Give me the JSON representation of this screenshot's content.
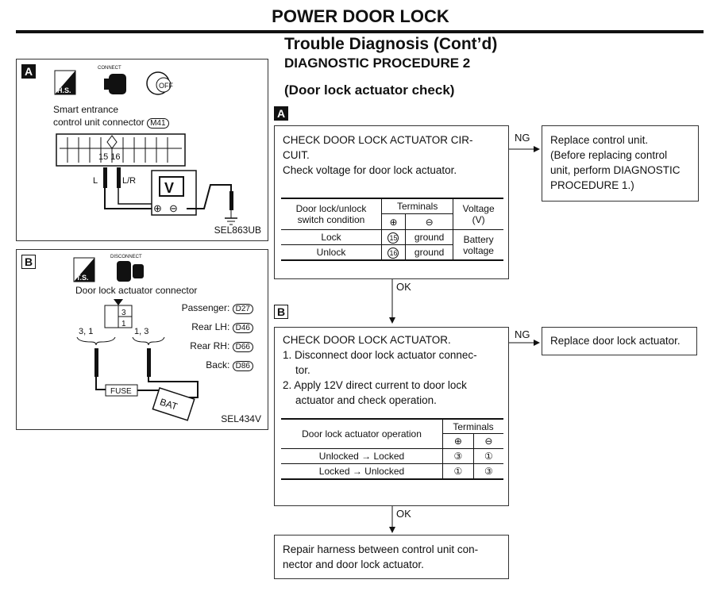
{
  "header": {
    "title": "POWER DOOR LOCK",
    "subtitle": "Trouble Diagnosis (Cont’d)",
    "procedure": "DIAGNOSTIC PROCEDURE 2",
    "check_name": "(Door lock actuator check)"
  },
  "labels": {
    "a": "A",
    "b": "B"
  },
  "figure_a": {
    "hs_label": "H.S.",
    "connect_label": "CONNECT",
    "off_label": "OFF",
    "caption_line1": "Smart entrance",
    "caption_line2": "control unit connector",
    "connector_id": "M41",
    "pins": "15 16",
    "wire_left": "L",
    "wire_right": "L/R",
    "meter": "V",
    "plus": "⊕",
    "minus": "⊖",
    "code": "SEL863UB"
  },
  "figure_b": {
    "ts_label": "T.S.",
    "disconnect_label": "DISCONNECT",
    "caption": "Door lock actuator connector",
    "pin3": "3",
    "pin1": "1",
    "left_pins": "3, 1",
    "right_pins": "1, 3",
    "connectors": [
      {
        "label": "Passenger:",
        "id": "D27"
      },
      {
        "label": "Rear LH:",
        "id": "D46"
      },
      {
        "label": "Rear RH:",
        "id": "D66"
      },
      {
        "label": "Back:",
        "id": "D86"
      }
    ],
    "fuse": "FUSE",
    "bat": "BAT",
    "code": "SEL434V"
  },
  "step_a": {
    "lines": [
      "CHECK DOOR LOCK ACTUATOR CIR-",
      "CUIT.",
      "Check voltage for door lock actuator."
    ],
    "table": {
      "h_condition_1": "Door lock/unlock",
      "h_condition_2": "switch condition",
      "h_terminals": "Terminals",
      "h_plus": "⊕",
      "h_minus": "⊖",
      "h_voltage_1": "Voltage",
      "h_voltage_2": "(V)",
      "rows": [
        {
          "condition": "Lock",
          "plus": "15",
          "minus": "ground"
        },
        {
          "condition": "Unlock",
          "plus": "16",
          "minus": "ground"
        }
      ],
      "voltage_1": "Battery",
      "voltage_2": "voltage"
    },
    "ng": "NG",
    "ok": "OK",
    "ng_box": [
      "Replace control unit.",
      "(Before replacing control",
      "unit, perform DIAGNOSTIC",
      "PROCEDURE 1.)"
    ]
  },
  "step_b": {
    "line1": "CHECK DOOR LOCK ACTUATOR.",
    "item1a": "1. Disconnect door lock actuator connec-",
    "item1b": "tor.",
    "item2a": "2. Apply 12V direct current to door lock",
    "item2b": "actuator and check operation.",
    "table": {
      "h_operation": "Door lock actuator operation",
      "h_terminals": "Terminals",
      "h_plus": "⊕",
      "h_minus": "⊖",
      "rows": [
        {
          "operation": "Unlocked → Locked",
          "plus": "③",
          "minus": "①"
        },
        {
          "operation": "Locked → Unlocked",
          "plus": "①",
          "minus": "③"
        }
      ]
    },
    "ng": "NG",
    "ok": "OK",
    "ng_box": "Replace door lock actuator."
  },
  "final_box": [
    "Repair harness between control unit con-",
    "nector and door lock actuator."
  ]
}
